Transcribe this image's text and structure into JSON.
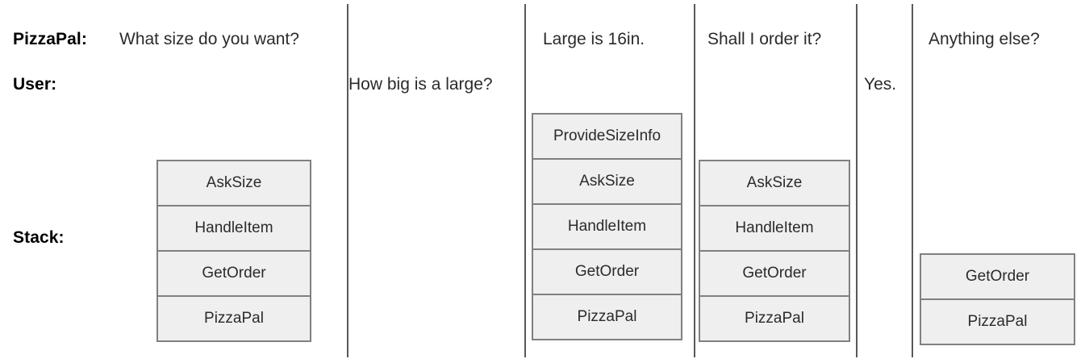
{
  "rows": {
    "agent_label": "PizzaPal:",
    "user_label": "User:",
    "stack_label": "Stack:"
  },
  "turns": [
    {
      "id": "turn-1",
      "agent_utterance": "What size do you want?",
      "user_utterance": "",
      "stack": [
        "AskSize",
        "HandleItem",
        "GetOrder",
        "PizzaPal"
      ]
    },
    {
      "id": "turn-2",
      "agent_utterance": "",
      "user_utterance": "How big is a large?",
      "stack": []
    },
    {
      "id": "turn-3",
      "agent_utterance": "Large is 16in.",
      "user_utterance": "",
      "stack": [
        "ProvideSizeInfo",
        "AskSize",
        "HandleItem",
        "GetOrder",
        "PizzaPal"
      ]
    },
    {
      "id": "turn-4",
      "agent_utterance": "Shall I order it?",
      "user_utterance": "",
      "stack": [
        "AskSize",
        "HandleItem",
        "GetOrder",
        "PizzaPal"
      ]
    },
    {
      "id": "turn-5",
      "agent_utterance": "",
      "user_utterance": "Yes.",
      "stack": []
    },
    {
      "id": "turn-6",
      "agent_utterance": "Anything else?",
      "user_utterance": "",
      "stack": [
        "GetOrder",
        "PizzaPal"
      ]
    }
  ],
  "colors": {
    "frame_fill": "#efefef",
    "frame_border": "#808080",
    "divider": "#595959",
    "text": "#2b2b2b",
    "label_text": "#000000",
    "background": "#ffffff"
  }
}
